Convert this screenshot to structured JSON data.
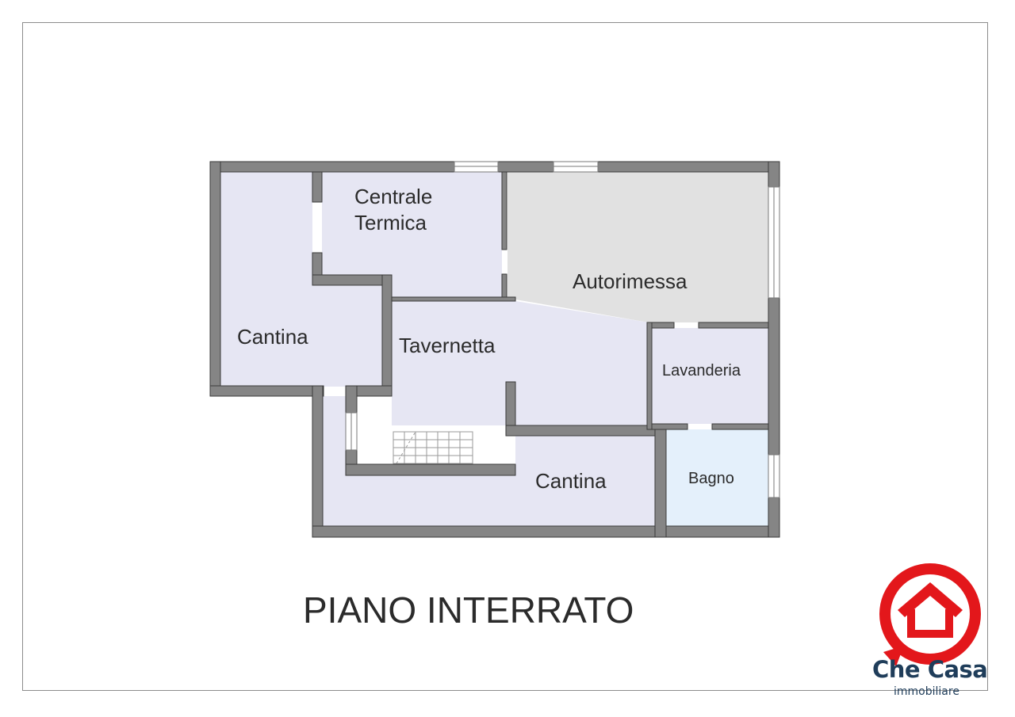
{
  "floor_plan": {
    "title": "PIANO INTERRATO",
    "rooms": {
      "cantina_left": "Cantina",
      "centrale_line1": "Centrale",
      "centrale_line2": "Termica",
      "autorimessa": "Autorimessa",
      "tavernetta": "Tavernetta",
      "lavanderia": "Lavanderia",
      "bagno": "Bagno",
      "cantina_bottom": "Cantina"
    },
    "colors": {
      "wall": "#858585",
      "wall_stroke": "#3a3a3a",
      "room_fill": "#e6e6f3",
      "garage_fill": "#e1e1e1",
      "bath_fill": "#e4f0fb",
      "text": "#2b2b2b"
    }
  },
  "branding": {
    "name": "Che Casa",
    "tagline": "immobiliare",
    "logo_icon": "house-pin-icon",
    "logo_color": "#e3171b",
    "text_color": "#1f3d5a"
  }
}
